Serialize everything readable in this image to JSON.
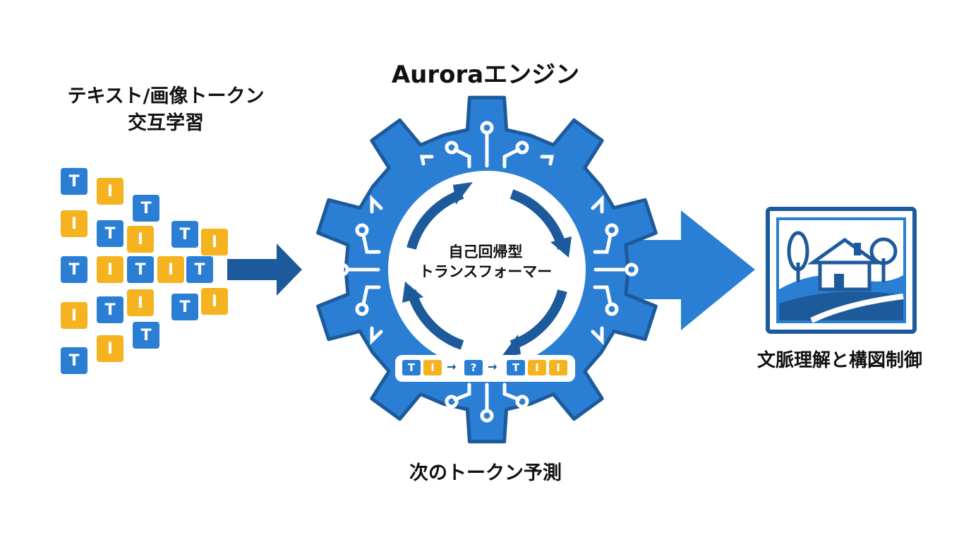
{
  "left_title_line1": "テキスト/画像トークン",
  "left_title_line2": "交互学習",
  "engine_title": "Auroraエンジン",
  "center_line1": "自己回帰型",
  "center_line2": "トランスフォーマー",
  "bottom_title": "次のトークン予測",
  "right_title": "文脈理解と構図制御",
  "token_labels": {
    "text": "T",
    "image": "I",
    "unknown": "?"
  },
  "colors": {
    "blue": "#2a7fd4",
    "dark_blue": "#1d5a9c",
    "yellow": "#f5b31f"
  }
}
